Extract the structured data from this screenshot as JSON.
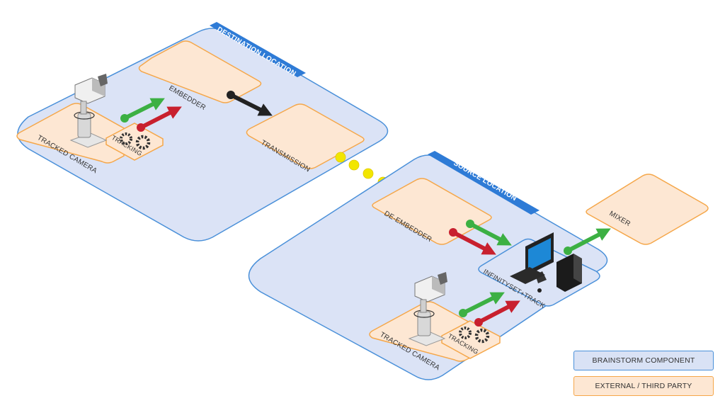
{
  "colors": {
    "zone_fill": "#dbe3f6",
    "zone_stroke": "#4a90d9",
    "tab_fill": "#2e7bd6",
    "external_fill": "#fde7d3",
    "external_stroke": "#f5a74a",
    "video_arrow": "#3cb043",
    "tracking_arrow": "#c8202e",
    "transmission_arrow": "#222222",
    "transmission_dots": "#f2e600"
  },
  "destination": {
    "tab_label": "DESTINATION LOCATION",
    "tracked_camera": "TRACKED CAMERA",
    "tracking": "TRACKING",
    "embedder": "EMBEDDER",
    "transmission": "TRANSMISSION"
  },
  "source": {
    "tab_label": "SOURCE LOCATION",
    "de_embedder": "DE-EMBEDDER",
    "infinityset": "INFINITYSET+TRACK",
    "tracked_camera": "TRACKED CAMERA",
    "tracking": "TRACKING"
  },
  "mixer": "MIXER",
  "legend": {
    "brainstorm": "BRAINSTORM COMPONENT",
    "external": "EXTERNAL / THIRD PARTY"
  }
}
